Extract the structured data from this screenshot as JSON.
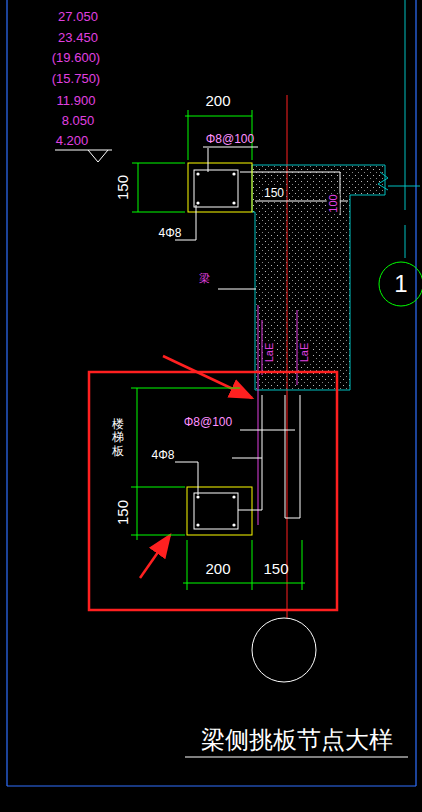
{
  "diagram": {
    "title": "梁侧挑板节点大样",
    "nodes": [
      {
        "text": [
          "1"
        ]
      }
    ],
    "labels": [
      "27.050",
      "23.450",
      "(19.600)",
      "(15.750)",
      "11.900",
      "8.050",
      "4.200",
      "200",
      "150",
      "Φ8@100",
      "4Φ8",
      "150",
      "100",
      "梁",
      "LaE",
      "LaE",
      "楼梯板",
      "Φ8@100",
      "4Φ8",
      "150",
      "200",
      "150"
    ]
  }
}
